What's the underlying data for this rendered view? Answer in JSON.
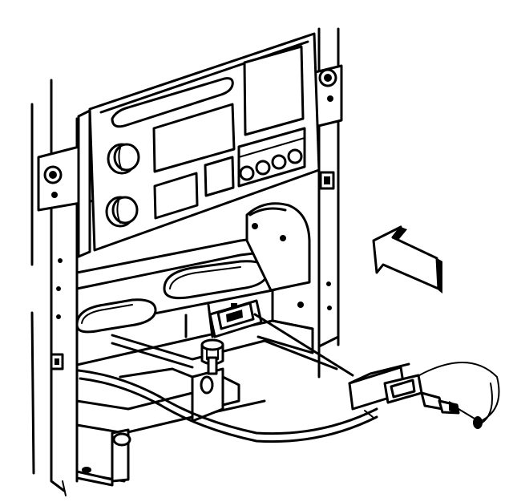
{
  "figure": {
    "components": [
      "radio-faceplate",
      "mounting-bracket",
      "wire-harness-connector",
      "antenna-cable",
      "mounting-bolt",
      "direction-arrow"
    ],
    "colors": {
      "line": "#000000",
      "background": "#ffffff"
    }
  }
}
